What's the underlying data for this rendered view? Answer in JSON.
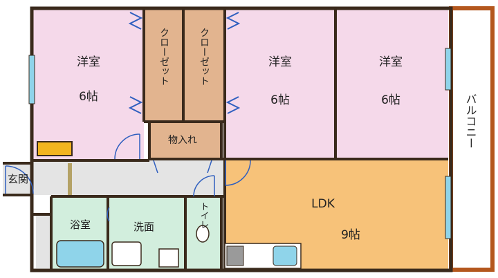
{
  "rooms": {
    "western1": {
      "name": "洋室",
      "size": "6帖"
    },
    "western2": {
      "name": "洋室",
      "size": "6帖"
    },
    "western3": {
      "name": "洋室",
      "size": "6帖"
    },
    "ldk": {
      "name": "LDK",
      "size": "9帖"
    },
    "closet1": "クローゼット",
    "closet2": "クローゼット",
    "storage": "物入れ",
    "entrance": "玄関",
    "bath": "浴室",
    "washroom": "洗面",
    "toilet": "トイレ",
    "balcony": "バルコニー"
  },
  "colors": {
    "western": "#f5d9ea",
    "closet": "#e2b48f",
    "ldk": "#f7c279",
    "wet": "#d2eedd",
    "hall": "#e4e4e4",
    "wall": "#3a2a1c",
    "balcony_rail": "#b4571d",
    "window": "#8fd4ea"
  }
}
